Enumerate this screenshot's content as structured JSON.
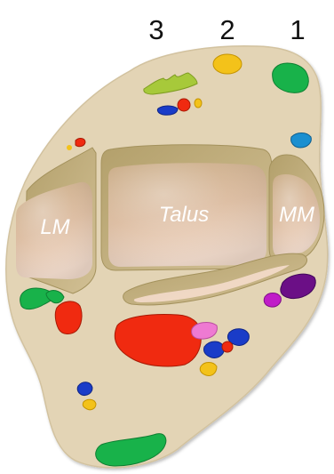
{
  "zone_labels": [
    "3",
    "2",
    "1"
  ],
  "bone_labels": {
    "lateral_malleolus": "LM",
    "talus": "Talus",
    "medial_malleolus": "MM"
  },
  "colors": {
    "background": "#ffffff",
    "tissue": "#e3d4b5",
    "bone_face": "#d9b99a",
    "bone_rim": "#c6b382",
    "bone_edge": "#a4925d",
    "bone_highlight": "#f4dccb",
    "label_text": "#ffffff",
    "red": "#f02a10",
    "green": "#18b24a",
    "blue": "#1a3cc8",
    "yellow": "#f3c21a",
    "lime": "#a7c93a",
    "cyan": "#1b8fd0",
    "magenta": "#c01cc8",
    "purple": "#6b0f86",
    "pink": "#ee7ad2"
  }
}
